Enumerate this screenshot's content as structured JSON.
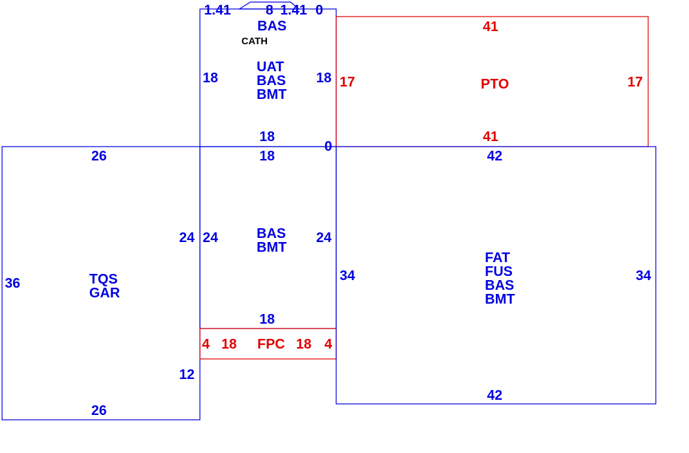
{
  "colors": {
    "blue": "#0000e0",
    "red": "#e00000"
  },
  "areas": {
    "top": {
      "labels": [
        "UAT",
        "BAS",
        "BMT"
      ],
      "left": "18",
      "right": "18",
      "bottom": "18",
      "note": "CATH",
      "top_label": "BAS",
      "bay": {
        "left": "1.41",
        "mid": "8",
        "right": "1.41",
        "extra": "0"
      }
    },
    "pto": {
      "label": "PTO",
      "top": "41",
      "bottom": "41",
      "left": "17",
      "right": "17"
    },
    "corner": "0",
    "garage": {
      "labels": [
        "TQS",
        "GAR"
      ],
      "top": "26",
      "bottom": "26",
      "left": "36",
      "right_upper": "24",
      "right_lower": "12"
    },
    "center": {
      "labels": [
        "BAS",
        "BMT"
      ],
      "top": "18",
      "bottom": "18",
      "left": "24",
      "right": "24"
    },
    "fpc": {
      "label": "FPC",
      "top": "18",
      "bottom": "18",
      "left": "4",
      "right": "4"
    },
    "main": {
      "labels": [
        "FAT",
        "FUS",
        "BAS",
        "BMT"
      ],
      "top": "42",
      "bottom": "42",
      "left": "34",
      "right": "34"
    }
  }
}
